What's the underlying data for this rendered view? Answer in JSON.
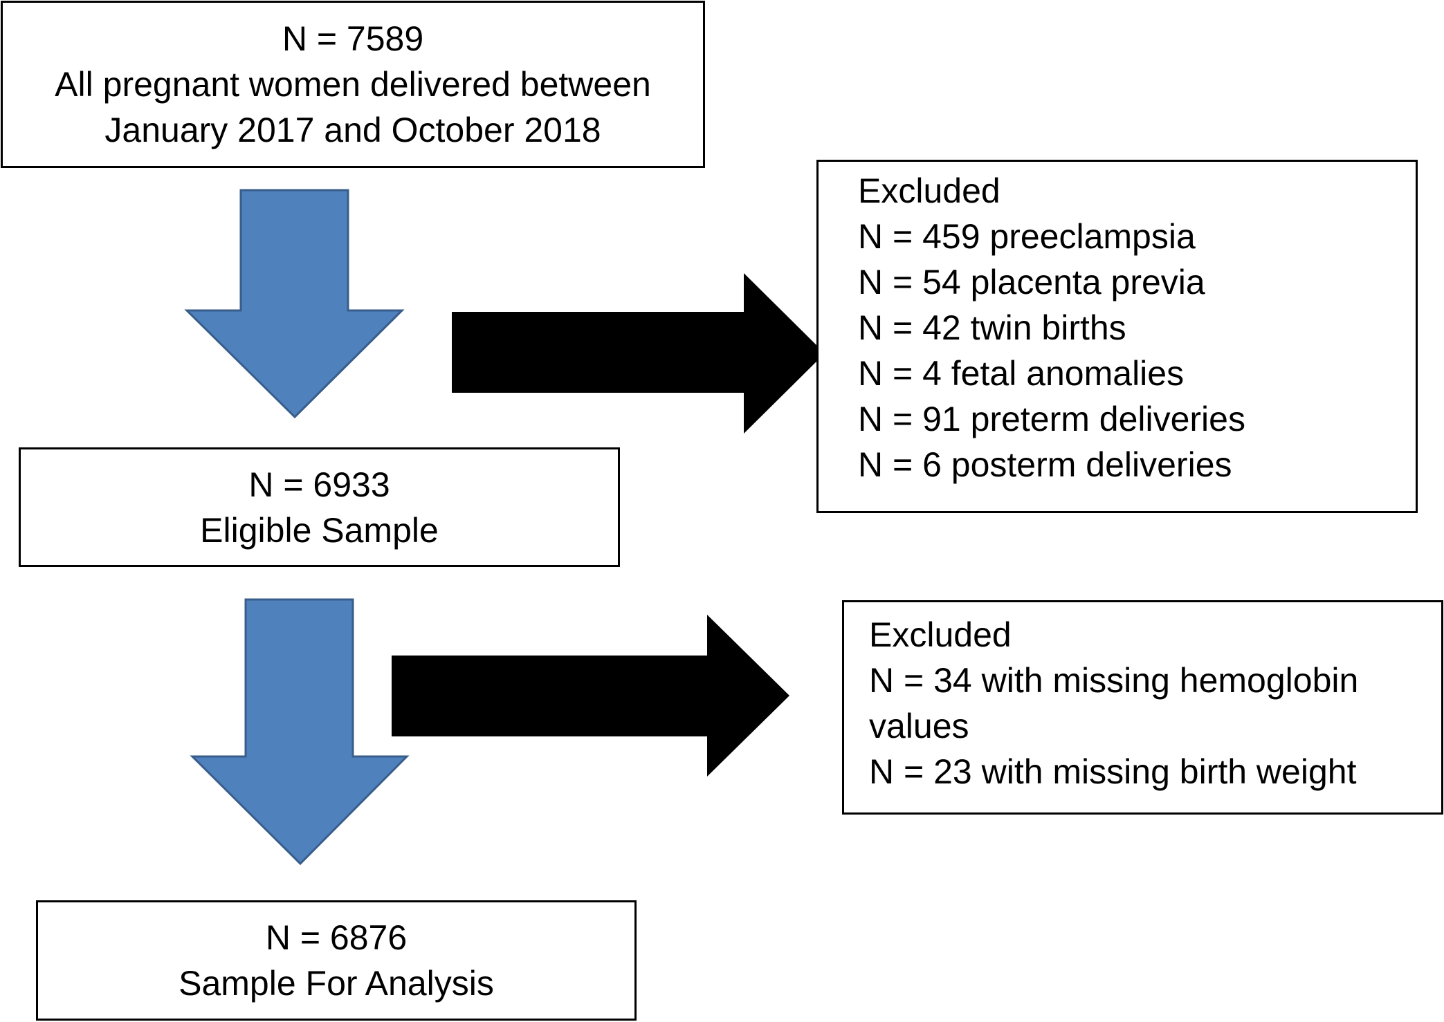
{
  "boxes": {
    "all_women": {
      "lines": [
        "N = 7589",
        "All pregnant women delivered between",
        "January 2017 and October 2018"
      ]
    },
    "eligible": {
      "lines": [
        "N = 6933",
        "Eligible Sample"
      ]
    },
    "analysis": {
      "lines": [
        "N = 6876",
        "Sample For Analysis"
      ]
    },
    "excluded_first": {
      "lines": [
        "Excluded",
        "N = 459 preeclampsia",
        "N = 54 placenta previa",
        "N = 42 twin births",
        "N = 4 fetal anomalies",
        "N = 91 preterm deliveries",
        "N = 6 posterm deliveries"
      ]
    },
    "excluded_second": {
      "lines": [
        "Excluded",
        "N = 34 with missing hemoglobin",
        "values",
        "N = 23 with missing birth weight"
      ]
    }
  },
  "colors": {
    "down_arrow_fill": "#4F81BD",
    "down_arrow_stroke": "#385D8A",
    "right_arrow_fill": "#000000",
    "border": "#000000"
  }
}
